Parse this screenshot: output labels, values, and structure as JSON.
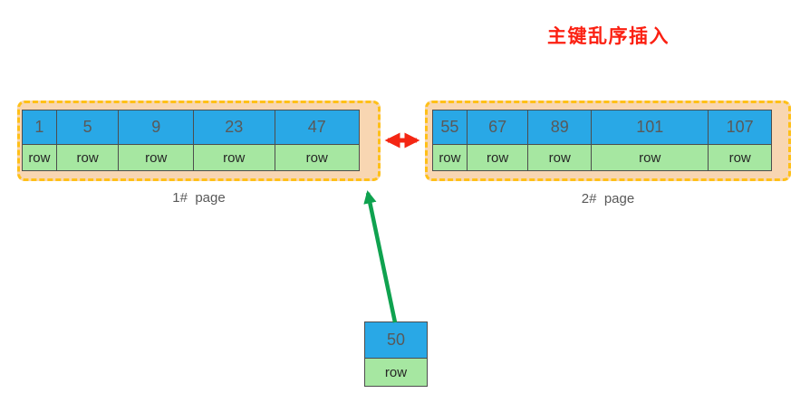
{
  "title": "主键乱序插入",
  "colors": {
    "title_red": "#fb2012",
    "red_arrow": "#f42613",
    "green_arrow": "#0fa24f",
    "cell_blue": "#29a8e6",
    "cell_green": "#a6e7a1",
    "page_fill": "#f8d6b2",
    "page_border": "#ffc018"
  },
  "pages": [
    {
      "label": "1#  page",
      "cells": [
        {
          "key": "1",
          "row": "row"
        },
        {
          "key": "5",
          "row": "row"
        },
        {
          "key": "9",
          "row": "row"
        },
        {
          "key": "23",
          "row": "row"
        },
        {
          "key": "47",
          "row": "row"
        }
      ]
    },
    {
      "label": "2#  page",
      "cells": [
        {
          "key": "55",
          "row": "row"
        },
        {
          "key": "67",
          "row": "row"
        },
        {
          "key": "89",
          "row": "row"
        },
        {
          "key": "101",
          "row": "row"
        },
        {
          "key": "107",
          "row": "row"
        }
      ]
    }
  ],
  "insert_record": {
    "key": "50",
    "row": "row"
  }
}
